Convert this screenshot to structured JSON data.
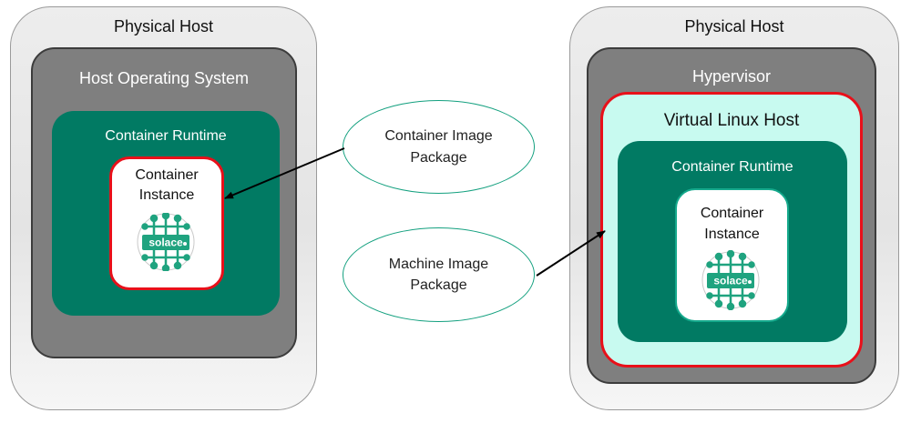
{
  "left_stack": {
    "physical_host": "Physical Host",
    "host_os": "Host Operating System",
    "container_runtime": "Container Runtime",
    "container_instance_line1": "Container",
    "container_instance_line2": "Instance",
    "logo_text": "solace"
  },
  "right_stack": {
    "physical_host": "Physical Host",
    "hypervisor": "Hypervisor",
    "virtual_host": "Virtual Linux Host",
    "container_runtime": "Container Runtime",
    "container_instance_line1": "Container",
    "container_instance_line2": "Instance",
    "logo_text": "solace"
  },
  "packages": {
    "container_image_line1": "Container Image",
    "container_image_line2": "Package",
    "machine_image_line1": "Machine Image",
    "machine_image_line2": "Package"
  },
  "colors": {
    "runtime_green": "#017a63",
    "highlight_red": "#e8101a",
    "virtual_host_fill": "#c8faf0",
    "layer_gray": "#7f7f7f"
  }
}
